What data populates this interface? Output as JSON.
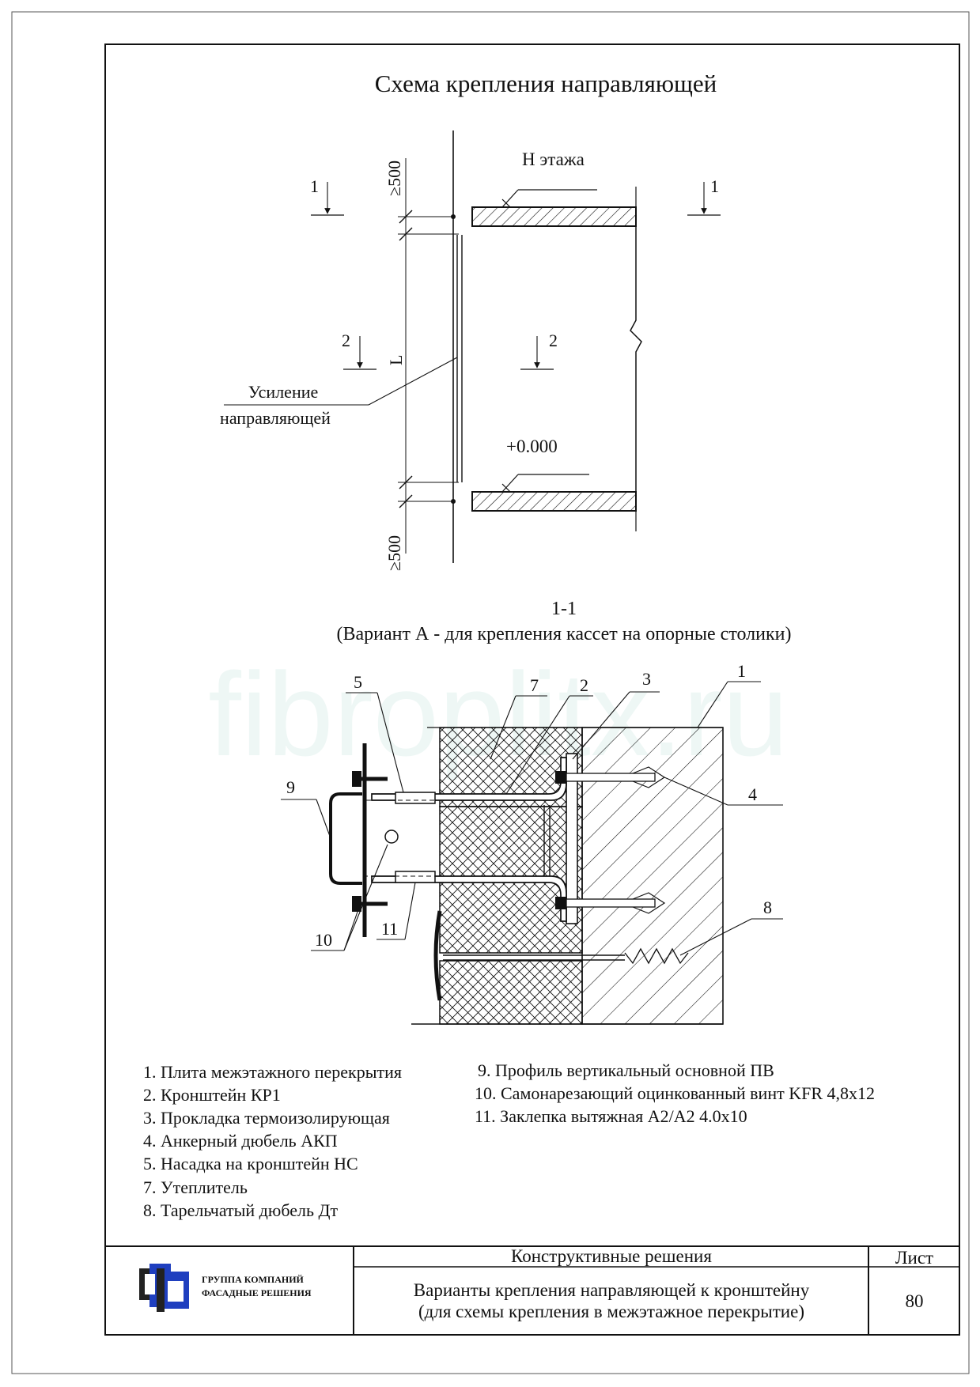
{
  "title": "Схема крепления направляющей",
  "watermark": "fibroplitx.ru",
  "scheme": {
    "floor_height_label": "Н этажа",
    "level_label": "+0.000",
    "dim_top": "≥500",
    "dim_bottom": "≥500",
    "dim_length": "L",
    "reinforcement_label_line1": "Усиление",
    "reinforcement_label_line2": "направляющей",
    "section_marks": [
      "1",
      "1",
      "2",
      "2"
    ]
  },
  "section": {
    "title": "1-1",
    "subtitle": "(Вариант А - для крепления кассет на опорные столики)",
    "callouts": [
      "5",
      "7",
      "2",
      "3",
      "1",
      "4",
      "9",
      "8",
      "10",
      "11"
    ]
  },
  "legend_left": [
    "1. Плита межэтажного перекрытия",
    "2.  Кронштейн  КР1",
    "3.  Прокладка термоизолирующая",
    "4.  Анкерный дюбель АКП",
    "5. Насадка на кронштейн НС",
    "7. Утеплитель",
    "8. Тарельчатый дюбель Дт"
  ],
  "legend_right": [
    "9. Профиль вертикальный основной ПВ",
    "10. Самонарезающий оцинкованный винт KFR 4,8x12",
    "11.  Заклепка вытяжная А2/А2 4.0x10"
  ],
  "title_block": {
    "company_line1": "ГРУППА КОМПАНИЙ",
    "company_line2": "ФАСАДНЫЕ РЕШЕНИЯ",
    "section_name": "Конструктивные решения",
    "sheet_label": "Лист",
    "sheet_number": "80",
    "drawing_title_line1": "Варианты крепления направляющей к кронштейну",
    "drawing_title_line2": "(для схемы крепления в межэтажное перекрытие)"
  },
  "colors": {
    "line": "#111111",
    "logo_blue": "#1f3fbf",
    "logo_dark": "#222222",
    "watermark": "#eef7f5"
  }
}
